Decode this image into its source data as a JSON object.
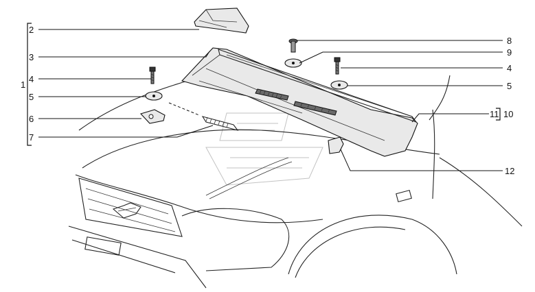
{
  "callouts": {
    "group_1": "1",
    "part_2": "2",
    "part_3": "3",
    "part_4_left": "4",
    "part_5_left": "5",
    "part_6": "6",
    "part_7": "7",
    "part_8": "8",
    "part_9": "9",
    "part_4_right": "4",
    "part_5_right": "5",
    "part_11": "11",
    "group_10": "10",
    "part_12": "12"
  },
  "colors": {
    "line": "#111111",
    "part_fill": "#e9e9e9",
    "watermark": "#9a9a9a"
  }
}
